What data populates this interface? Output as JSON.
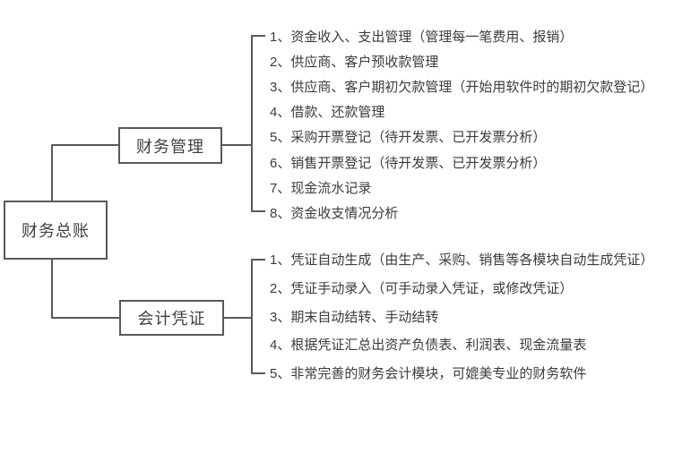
{
  "diagram": {
    "root": {
      "label": "财务总账"
    },
    "branches": [
      {
        "label": "财务管理",
        "items": [
          "1、资金收入、支出管理（管理每一笔费用、报销）",
          "2、供应商、客户预收款管理",
          "3、供应商、客户期初欠款管理（开始用软件时的期初欠款登记）",
          "4、借款、还款管理",
          "5、采购开票登记（待开发票、已开发票分析）",
          "6、销售开票登记（待开发票、已开发票分析）",
          "7、现金流水记录",
          "8、资金收支情况分析"
        ]
      },
      {
        "label": "会计凭证",
        "items": [
          "1、凭证自动生成（由生产、采购、销售等各模块自动生成凭证）",
          "2、凭证手动录入（可手动录入凭证，或修改凭证）",
          "3、期末自动结转、手动结转",
          "4、根据凭证汇总出资产负债表、利润表、现金流量表",
          "5、非常完善的财务会计模块，可媲美专业的财务软件"
        ]
      }
    ],
    "colors": {
      "line": "#595959",
      "text": "#3c3c3c",
      "background": "#ffffff"
    }
  }
}
